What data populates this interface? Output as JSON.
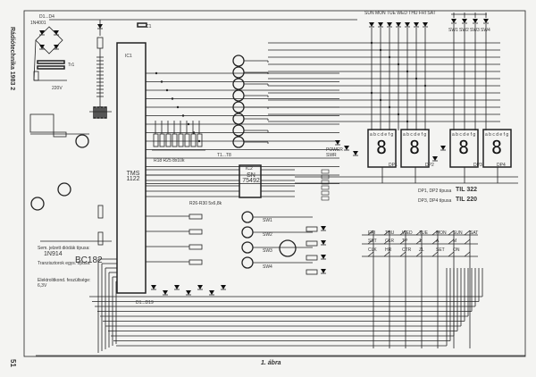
{
  "header": {
    "journal": "Rádiótechnika 1983 2",
    "page_number": "51"
  },
  "caption": "1. ábra",
  "labels": {
    "bridge_diodes": "D1...D4",
    "bridge_type": "1N4001",
    "transformer": "Tr1",
    "mains": "220V",
    "cap_c1": "C1",
    "ic1_ref": "IC1",
    "ic1_type": "TMS 1122",
    "ic2_ref": "IC2",
    "ic2_type": "SN 75492",
    "transistors_top": "T1...T8",
    "resistor_bank": "R18 R25  8x10k",
    "resistor_bank2": "R26-R30 5x6,8k",
    "diodes_bottom": "D1...D19",
    "power_swr": "POWER SWR",
    "display_segments": "a b c d e f g",
    "digit": "8",
    "dp": [
      "DP1",
      "DP2",
      "DP3",
      "DP4"
    ],
    "top_leds": "SUN MON TUE WED THU FRI SAT",
    "sw_leds": [
      "SW1",
      "SW2",
      "SW3",
      "SW4"
    ],
    "sw_lines": [
      "SW1",
      "SW2",
      "SW3",
      "SW4"
    ]
  },
  "notes": {
    "diode_type_label": "Sem. jelzett diódák típusa:",
    "diode_type": "1N914",
    "transistor_type_label": "Tranzisztorok egys. típusa:",
    "transistor_type": "BC182",
    "electrolytic": "Elektrolitkond. feszültsége: 6,3V"
  },
  "legend": {
    "line1_label": "DP1, DP2 típusa",
    "line1_type": "TIL 322",
    "line2_label": "DP3, DP4 típusa",
    "line2_type": "TIL 220"
  },
  "keyboard": {
    "row1": [
      "FRI",
      "THU",
      "WED",
      "TUE",
      "MON",
      "SUN",
      "SAT"
    ],
    "row2": [
      "SET",
      "CLR",
      "TP",
      "1",
      "A",
      "M"
    ],
    "row3": [
      "CLK",
      "HR",
      "CTR",
      "ZL",
      "SET",
      "ON"
    ]
  }
}
